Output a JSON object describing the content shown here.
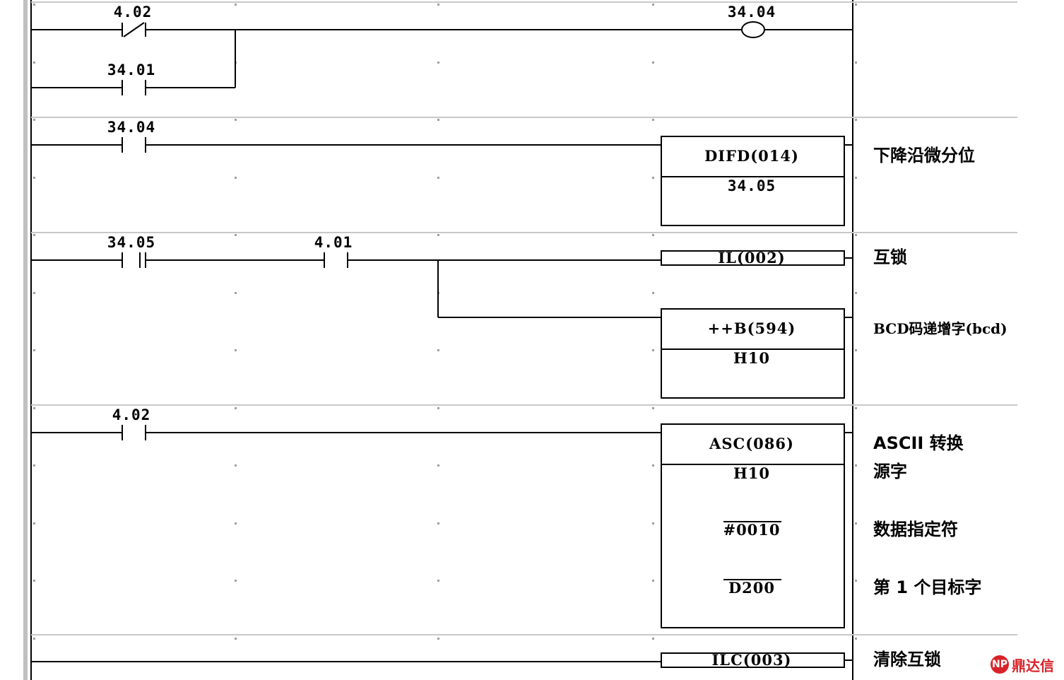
{
  "rungs": {
    "r1": {
      "nc_contact": "4.02",
      "no_contact": "34.01",
      "coil": "34.04"
    },
    "r2": {
      "contact": "34.04",
      "instr": "DIFD(014)",
      "operand": "34.05",
      "comment": "下降沿微分位"
    },
    "r3": {
      "contact_a": "34.05",
      "contact_b": "4.01",
      "il_instr": "IL(002)",
      "il_comment": "互锁",
      "inc_instr": "++B(594)",
      "inc_operand": "H10",
      "inc_comment": "BCD码递增字(bcd)"
    },
    "r4": {
      "contact": "4.02",
      "instr": "ASC(086)",
      "op1": "H10",
      "op2": "#0010",
      "op3": "D200",
      "comment_instr": "ASCII 转换",
      "comment_op1": "源字",
      "comment_op2": "数据指定符",
      "comment_op3": "第 1 个目标字"
    },
    "r5": {
      "instr": "ILC(003)",
      "comment": "清除互锁"
    }
  },
  "watermark": {
    "icon": "NP",
    "text": "鼎达信"
  },
  "colors": {
    "watermark": "#d8232a",
    "rail": "#c0c0c0"
  }
}
